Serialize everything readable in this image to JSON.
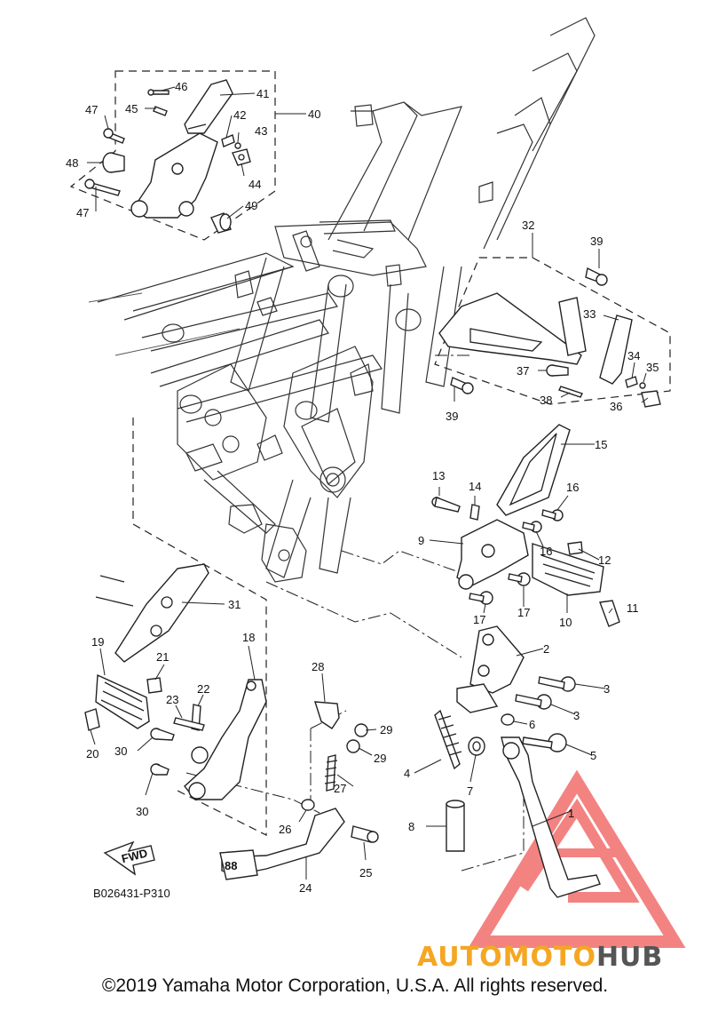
{
  "diagram": {
    "code": "B026431-P310",
    "fwd_label": "FWD",
    "callouts": [
      {
        "n": "1"
      },
      {
        "n": "2"
      },
      {
        "n": "3"
      },
      {
        "n": "3"
      },
      {
        "n": "4"
      },
      {
        "n": "5"
      },
      {
        "n": "6"
      },
      {
        "n": "7"
      },
      {
        "n": "8"
      },
      {
        "n": "9"
      },
      {
        "n": "10"
      },
      {
        "n": "11"
      },
      {
        "n": "12"
      },
      {
        "n": "13"
      },
      {
        "n": "14"
      },
      {
        "n": "15"
      },
      {
        "n": "16"
      },
      {
        "n": "16"
      },
      {
        "n": "17"
      },
      {
        "n": "17"
      },
      {
        "n": "18"
      },
      {
        "n": "19"
      },
      {
        "n": "20"
      },
      {
        "n": "21"
      },
      {
        "n": "22"
      },
      {
        "n": "23"
      },
      {
        "n": "24"
      },
      {
        "n": "25"
      },
      {
        "n": "26"
      },
      {
        "n": "27"
      },
      {
        "n": "28"
      },
      {
        "n": "29"
      },
      {
        "n": "29"
      },
      {
        "n": "30"
      },
      {
        "n": "30"
      },
      {
        "n": "31"
      },
      {
        "n": "32"
      },
      {
        "n": "33"
      },
      {
        "n": "34"
      },
      {
        "n": "35"
      },
      {
        "n": "36"
      },
      {
        "n": "37"
      },
      {
        "n": "38"
      },
      {
        "n": "39"
      },
      {
        "n": "39"
      },
      {
        "n": "40"
      },
      {
        "n": "41"
      },
      {
        "n": "42"
      },
      {
        "n": "43"
      },
      {
        "n": "44"
      },
      {
        "n": "45"
      },
      {
        "n": "46"
      },
      {
        "n": "47"
      },
      {
        "n": "47"
      },
      {
        "n": "48"
      },
      {
        "n": "49"
      }
    ]
  },
  "watermark": {
    "part1": "AUTOMOTO",
    "part2": "HUB",
    "color_primary": "#f5a623",
    "color_secondary": "#555555",
    "logo_color": "#e8403f"
  },
  "footer": {
    "copyright": "©2019 Yamaha Motor Corporation, U.S.A. All rights reserved."
  }
}
